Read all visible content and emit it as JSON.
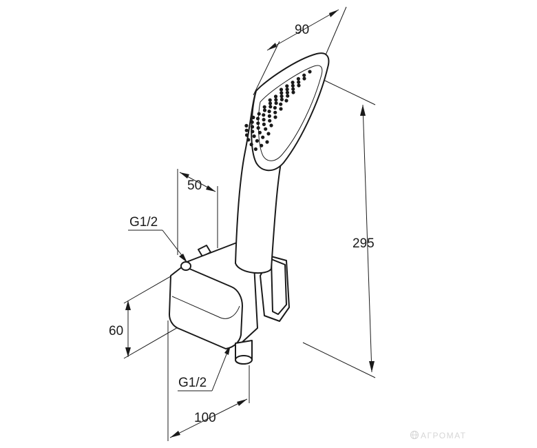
{
  "dimensions": {
    "width_head": "90",
    "depth_bracket": "50",
    "height_total": "295",
    "height_bracket": "60",
    "width_bracket": "100",
    "thread_top": "G1/2",
    "thread_bottom": "G1/2"
  },
  "watermark": {
    "text": "АГРОМАТ",
    "icon": "globe-icon"
  }
}
